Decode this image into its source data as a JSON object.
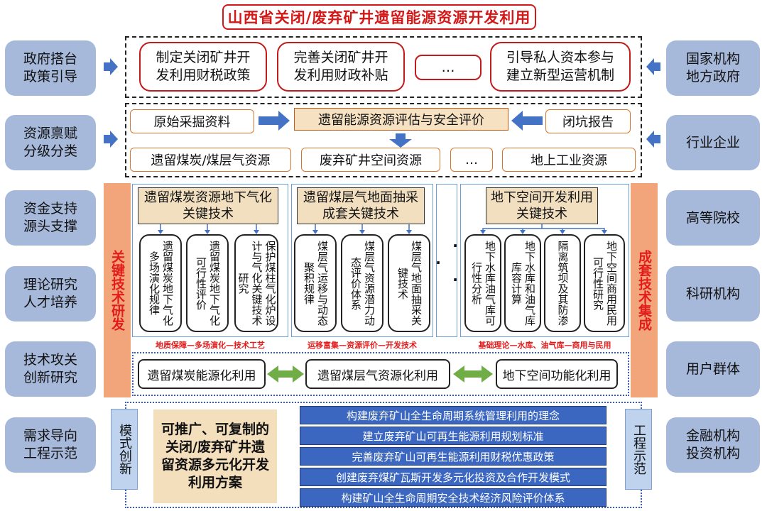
{
  "title": "山西省关闭/废弃矿井遗留能源资源开发利用",
  "left_column": [
    "政府搭台\n政策引导",
    "资源禀赋\n分级分类",
    "资金支持\n源头支撑",
    "理论研究\n人才培养",
    "技术攻关\n创新研究",
    "需求导向\n工程示范"
  ],
  "right_column": [
    "国家机构\n地方政府",
    "行业企业",
    "高等院校",
    "科研机构",
    "用户群体",
    "金融机构\n投资机构"
  ],
  "policy": {
    "items": [
      "制定关闭矿井开\n发利用财税政策",
      "完善关闭矿井开\n发利用财政补贴",
      "…",
      "引导私人资本参与\n建立新型运营机制"
    ]
  },
  "assessment": {
    "left_source": "原始采掘资料",
    "center": "遗留能源资源评估与安全评价",
    "right_source": "闭坑报告",
    "categories": [
      "遗留煤炭/煤层气资源",
      "废弃矿井空间资源",
      "…",
      "地上工业资源"
    ]
  },
  "key_tech_label": "关键技术研发",
  "integration_label": "成套技术集成",
  "tech_groups": [
    {
      "header": "遗留煤炭资源地下气化关键技术",
      "subs": [
        "遗留煤炭地下气化多场演化规律",
        "遗留煤炭地下气化可行性评价",
        "保护煤柱气化炉设计与气化关键技术研究"
      ],
      "caption": "地质保障—多场演化—技术工艺"
    },
    {
      "header": "遗留煤层气地面抽采成套关键技术",
      "subs": [
        "煤层气运移与动态聚积规律",
        "煤层气资源潜力动态评价体系",
        "煤层气地面抽采关键技术"
      ],
      "caption": "运移富集—资源评价—开发技术"
    },
    {
      "header": "地下空间开发利用关键技术",
      "subs": [
        "地下水库油气库可行性分析",
        "地下水库和油气库库容计算",
        "隔离筑坝及其防渗",
        "地下空间商用民用可行性研究"
      ],
      "caption": "基础理论—水库、油气库—商用与民用"
    }
  ],
  "dots_vertical": "· · ·",
  "utilization": [
    "遗留煤炭能源化利用",
    "遗留煤层气资源化利用",
    "地下空间功能化利用"
  ],
  "mode_innovation": "模式创新",
  "engineering_demo": "工程示范",
  "plan_text": "可推广、可复制的\n关闭/废弃矿井遗\n留资源多元化开发\n利用方案",
  "measures": [
    "构建废弃矿山全生命周期系统管理利用的理念",
    "建立废弃矿山可再生能源利用规划标准",
    "完善废弃矿山可再生能源利用财税优惠政策",
    "创建废弃煤矿瓦斯开发多元化投资及合作开发模式",
    "构建矿山全生命周期安全技术经济风险评价体系"
  ],
  "colors": {
    "red": "#d41818",
    "side_blue": "#a7b9db",
    "arrow_blue": "#4472c4",
    "tan": "#f6e2c2",
    "orange_bar": "#f2a57a",
    "green_arrow": "#70ad47",
    "measure_blue": "#3b67c1"
  }
}
